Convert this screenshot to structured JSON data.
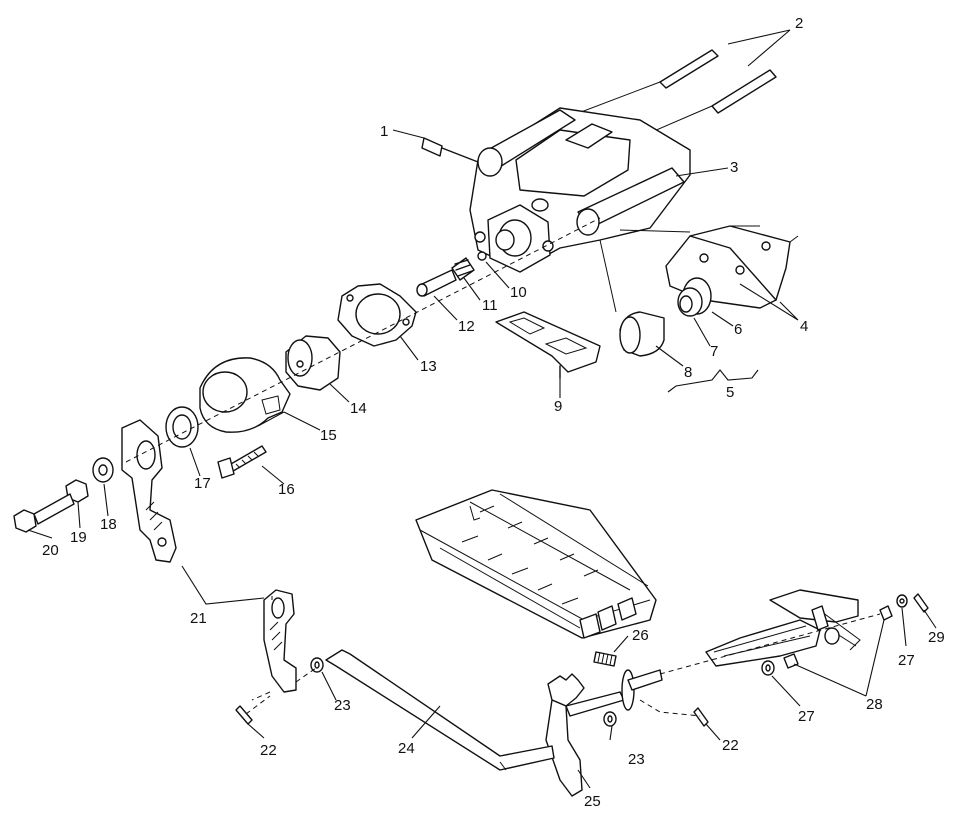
{
  "callouts": [
    {
      "id": "c1",
      "text": "1"
    },
    {
      "id": "c2",
      "text": "2"
    },
    {
      "id": "c3",
      "text": "3"
    },
    {
      "id": "c4",
      "text": "4"
    },
    {
      "id": "c5",
      "text": "5"
    },
    {
      "id": "c6",
      "text": "6"
    },
    {
      "id": "c7",
      "text": "7"
    },
    {
      "id": "c8",
      "text": "8"
    },
    {
      "id": "c9",
      "text": "9"
    },
    {
      "id": "c10",
      "text": "10"
    },
    {
      "id": "c11",
      "text": "11"
    },
    {
      "id": "c12",
      "text": "12"
    },
    {
      "id": "c13",
      "text": "13"
    },
    {
      "id": "c14",
      "text": "14"
    },
    {
      "id": "c15",
      "text": "15"
    },
    {
      "id": "c16",
      "text": "16"
    },
    {
      "id": "c17",
      "text": "17"
    },
    {
      "id": "c18",
      "text": "18"
    },
    {
      "id": "c19",
      "text": "19"
    },
    {
      "id": "c20",
      "text": "20"
    },
    {
      "id": "c21",
      "text": "21"
    },
    {
      "id": "c22a",
      "text": "22"
    },
    {
      "id": "c22b",
      "text": "22"
    },
    {
      "id": "c23a",
      "text": "23"
    },
    {
      "id": "c23b",
      "text": "23"
    },
    {
      "id": "c24",
      "text": "24"
    },
    {
      "id": "c25",
      "text": "25"
    },
    {
      "id": "c26",
      "text": "26"
    },
    {
      "id": "c27a",
      "text": "27"
    },
    {
      "id": "c27b",
      "text": "27"
    },
    {
      "id": "c28",
      "text": "28"
    },
    {
      "id": "c29",
      "text": "29"
    }
  ]
}
